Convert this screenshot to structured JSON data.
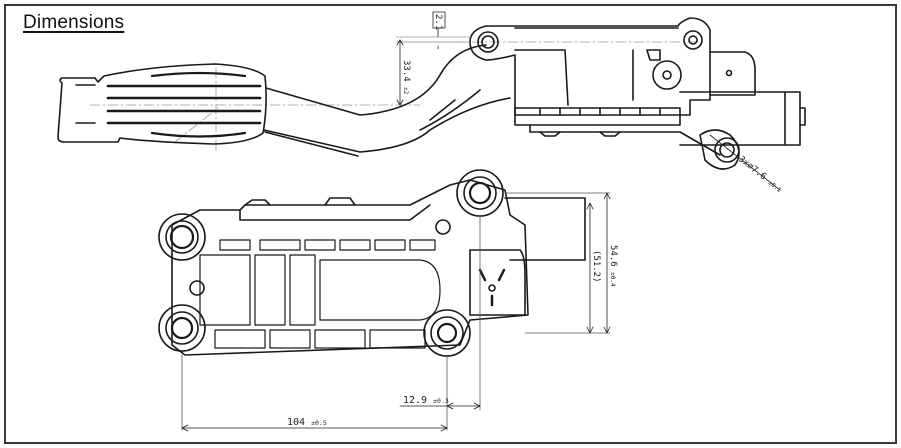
{
  "title": "Dimensions",
  "colors": {
    "line": "#1a1a1a",
    "center_line": "#9a9a9a",
    "frame": "#3a3a3a",
    "background": "#ffffff"
  },
  "dimensions": {
    "offset_top": {
      "value": "2.1"
    },
    "pedal_height": {
      "value": "33.4",
      "tolerance": "±2"
    },
    "hole_diameter": {
      "value": "3x⌀7.6",
      "tolerance": "±0.1"
    },
    "total_height": {
      "value": "54.6",
      "tolerance": "±0.4"
    },
    "reference_height": {
      "value": "(51.2)"
    },
    "mount_offset": {
      "value": "12.9",
      "tolerance": "±0.3"
    },
    "mount_spacing": {
      "value": "104",
      "tolerance": "±0.5"
    }
  }
}
